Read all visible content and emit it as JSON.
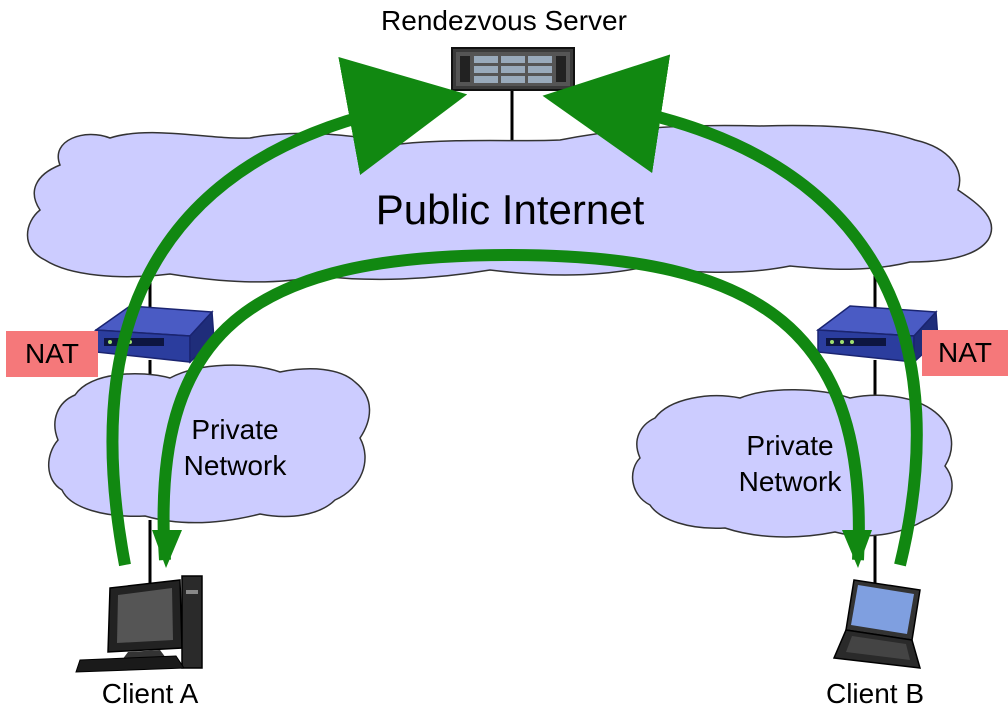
{
  "server": {
    "label": "Rendezvous Server"
  },
  "internet": {
    "label": "Public Internet"
  },
  "private_networks": [
    {
      "line1": "Private",
      "line2": "Network"
    },
    {
      "line1": "Private",
      "line2": "Network"
    }
  ],
  "nats": [
    {
      "label": "NAT"
    },
    {
      "label": "NAT"
    }
  ],
  "clients": [
    {
      "label": "Client A"
    },
    {
      "label": "Client B"
    }
  ],
  "colors": {
    "cloud_fill": "#ccccff",
    "cloud_stroke": "#333333",
    "arrow": "#118811",
    "nat_fill": "#f5787a",
    "router": "#2b3d9e"
  }
}
